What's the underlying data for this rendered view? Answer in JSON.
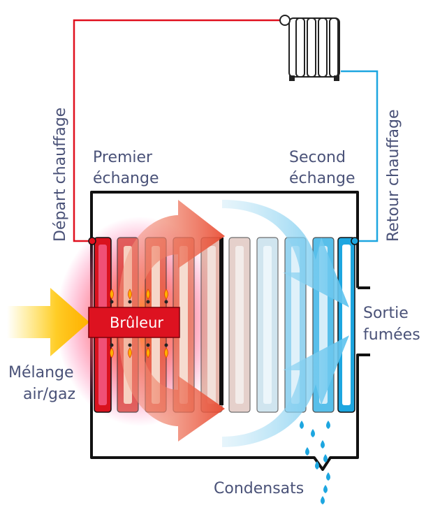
{
  "labels": {
    "depart": "Départ chauffage",
    "retour": "Retour chauffage",
    "premier_1": "Premier",
    "premier_2": "échange",
    "second_1": "Second",
    "second_2": "échange",
    "bruleur": "Brûleur",
    "sortie_1": "Sortie",
    "sortie_2": "fumées",
    "melange_1": "Mélange",
    "melange_2": "air/gaz",
    "condensats": "Condensats"
  },
  "colors": {
    "hot": "#e0101e",
    "cold": "#1da6e0",
    "text": "#4a5278",
    "flame": "#ffb000",
    "gas_arrow": "#ffc400"
  }
}
